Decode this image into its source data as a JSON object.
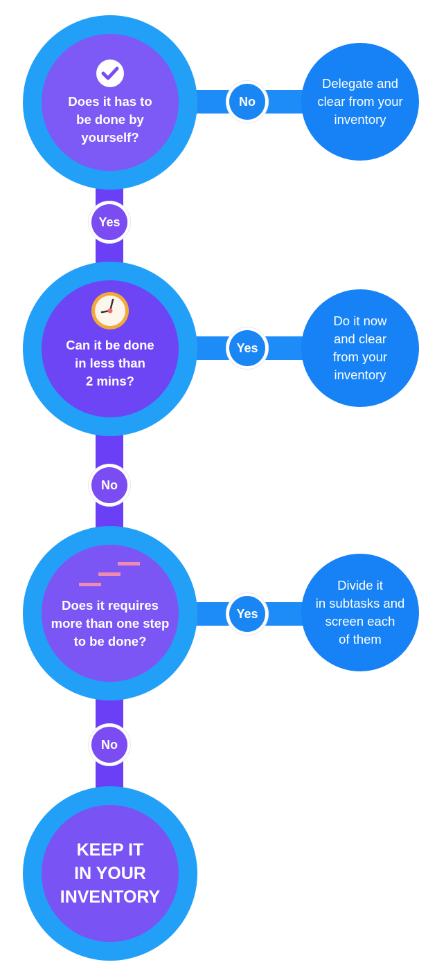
{
  "colors": {
    "outer_ring": "#22a0f7",
    "question_purple": "#7c56f4",
    "connector_purple": "#6b3ff5",
    "connector_blue": "#1e8cf8",
    "answer_blue": "#1682f5"
  },
  "steps": [
    {
      "icon": "checkmark-icon",
      "question": "Does it has to\nbe done by\nyourself?",
      "side_label": "No",
      "side_answer": "Delegate and\nclear from your\ninventory",
      "down_label": "Yes"
    },
    {
      "icon": "clock-icon",
      "question": "Can it be done\nin less than\n2 mins?",
      "side_label": "Yes",
      "side_answer": "Do it now\nand clear\nfrom your\ninventory",
      "down_label": "No"
    },
    {
      "icon": "stairs-icon",
      "question": "Does it requires\nmore than one step\nto be done?",
      "side_label": "Yes",
      "side_answer": "Divide it\nin subtasks and\nscreen each\nof them",
      "down_label": "No"
    }
  ],
  "final": {
    "text": "KEEP IT\nIN YOUR\nINVENTORY"
  }
}
